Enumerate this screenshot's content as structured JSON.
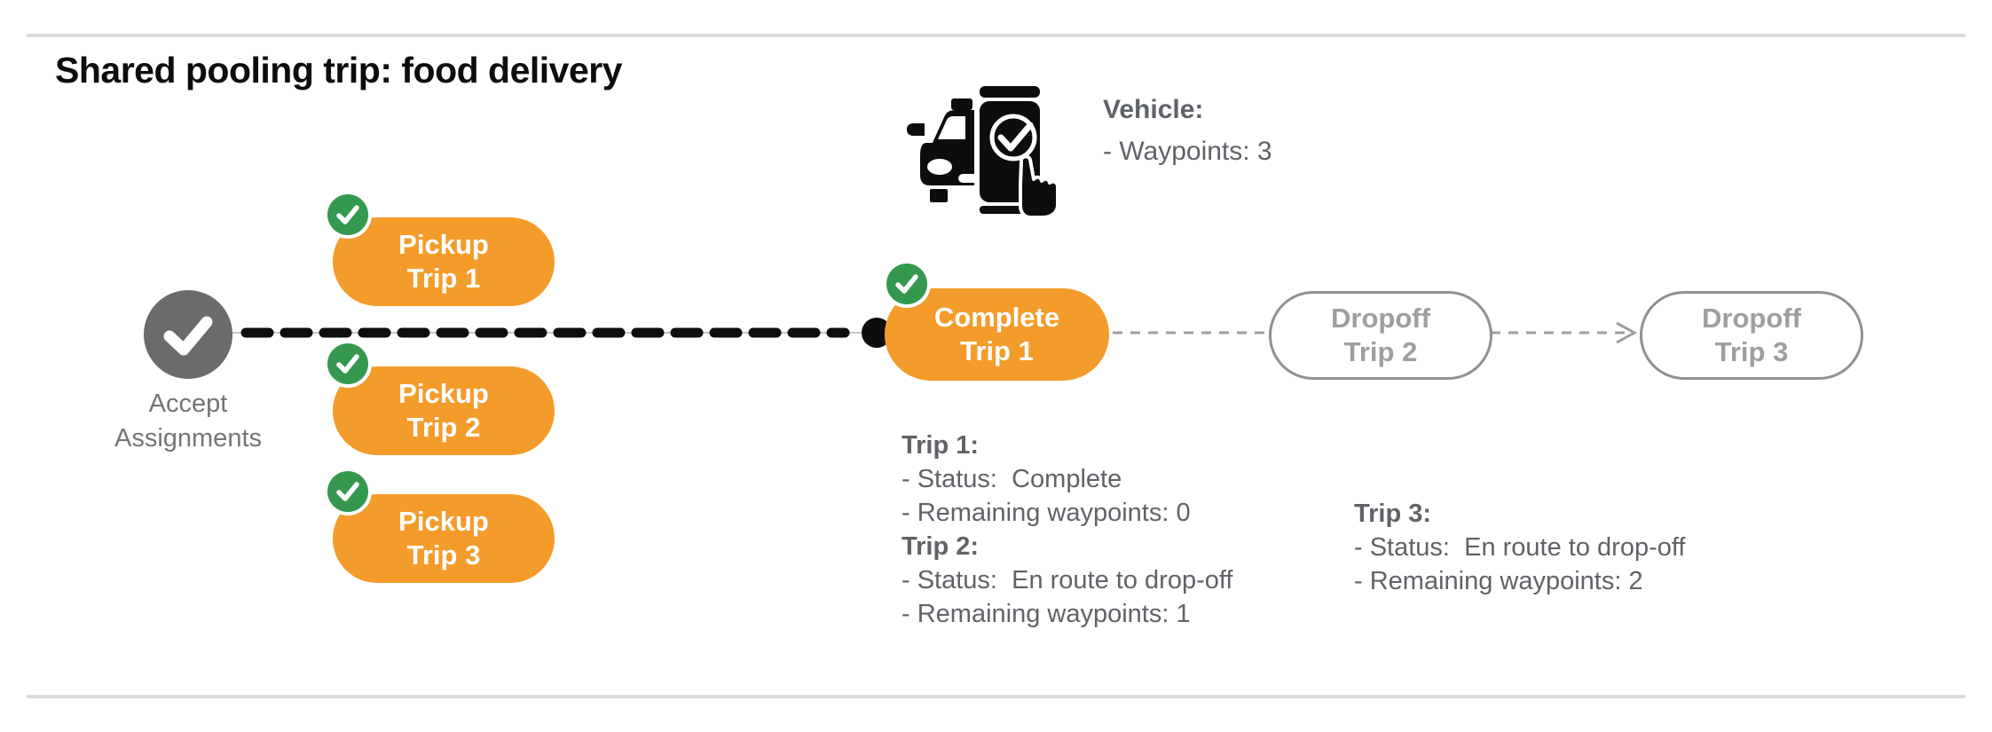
{
  "title": "Shared pooling trip: food delivery",
  "vehicle": {
    "icon": "car-smartphone-check-icon",
    "label": "Vehicle:",
    "waypoints": "- Waypoints: 3"
  },
  "flow": {
    "accept": {
      "line1": "Accept",
      "line2": "Assignments"
    },
    "pickups": [
      {
        "line1": "Pickup",
        "line2": "Trip 1"
      },
      {
        "line1": "Pickup",
        "line2": "Trip 2"
      },
      {
        "line1": "Pickup",
        "line2": "Trip 3"
      }
    ],
    "complete": {
      "line1": "Complete",
      "line2": "Trip 1"
    },
    "dropoffs": [
      {
        "line1": "Dropoff",
        "line2": "Trip 2"
      },
      {
        "line1": "Dropoff",
        "line2": "Trip 3"
      }
    ]
  },
  "trips_status": {
    "left": [
      {
        "heading": "Trip 1:",
        "lines": [
          "- Status:  Complete",
          "- Remaining waypoints: 0"
        ]
      },
      {
        "heading": "Trip 2:",
        "lines": [
          "- Status:  En route to drop-off",
          "- Remaining waypoints: 1"
        ]
      }
    ],
    "right": [
      {
        "heading": "Trip 3:",
        "lines": [
          "- Status:  En route to drop-off",
          "- Remaining waypoints: 2"
        ]
      }
    ]
  },
  "icons": {
    "check": "✓",
    "arrow_right": "→",
    "vehicle": "car + smartphone with checkmark and pointing hand"
  },
  "colors": {
    "accent_orange": "#f49c2b",
    "badge_green": "#34994f",
    "node_gray": "#6b6b6b",
    "text_gray": "#5f6368",
    "label_gray": "#757575",
    "outline_gray": "#909090",
    "dropoff_text_gray": "#9e9e9e",
    "route_black": "#0d0d0d",
    "divider_gray": "#dcdcdc"
  }
}
